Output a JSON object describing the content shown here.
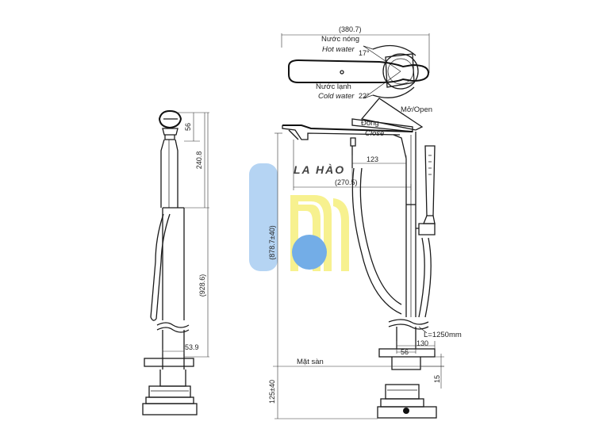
{
  "labels": {
    "hot_vi": "Nước nóng",
    "hot_en": "Hot water",
    "cold_vi": "Nước lạnh",
    "cold_en": "Cold water",
    "open": "Mở/Open",
    "close_vi": "Đóng",
    "close_en": "Close",
    "floor": "Mặt sàn",
    "hose": "L=1250mm"
  },
  "dims": {
    "d380": "(380.7)",
    "d56a": "56",
    "d240": "240.8",
    "d928": "(928.6)",
    "d539": "53.9",
    "d123": "123",
    "d270": "(270.5)",
    "d878": "(878.7±40)",
    "d125": "125±40",
    "d56b": "56",
    "d130": "130",
    "d15": "15",
    "a17": "17°",
    "a22": "22°"
  },
  "watermark": {
    "text": "LA HÀO"
  },
  "colors": {
    "wm_blue": "#5b9fe3",
    "wm_blue_light": "#a9cdf2",
    "wm_yellow": "#f6ef7c",
    "wm_text": "#2f7ed6"
  }
}
